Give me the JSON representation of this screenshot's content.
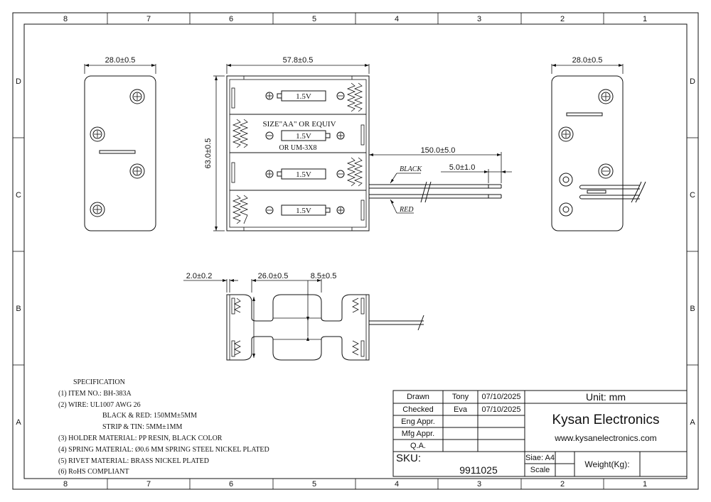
{
  "frame": {
    "col_labels": [
      "8",
      "7",
      "6",
      "5",
      "4",
      "3",
      "2",
      "1"
    ],
    "row_labels": [
      "D",
      "C",
      "B",
      "A"
    ]
  },
  "dimensions": {
    "left_width": "28.0±0.5",
    "front_width": "57.8±0.5",
    "right_width": "28.0±0.5",
    "height": "63.0±0.5",
    "wire_length": "150.0±5.0",
    "strip_length": "5.0±1.0",
    "wall": "2.0±0.2",
    "bottom_width": "26.0±0.5",
    "gap": "8.5±0.5"
  },
  "labels": {
    "cell_voltage": "1.5V",
    "size_line": "SIZE\"AA\" OR EQUIV",
    "um_line": "OR UM-3X8",
    "black": "BLACK",
    "red": "RED"
  },
  "specification": {
    "title": "SPECIFICATION",
    "lines": [
      "(1) ITEM NO.: BH-383A",
      "(2) WIRE: UL1007 AWG 26",
      "BLACK & RED: 150MM±5MM",
      "STRIP & TIN: 5MM±1MM",
      "(3) HOLDER MATERIAL: PP RESIN, BLACK COLOR",
      "(4) SPRING MATERIAL: Ø0.6 MM SPRING STEEL NICKEL PLATED",
      "(5) RIVET MATERIAL: BRASS NICKEL PLATED",
      "(6) RoHS COMPLIANT"
    ]
  },
  "title_block": {
    "drawn_label": "Drawn",
    "drawn_by": "Tony",
    "drawn_date": "07/10/2025",
    "checked_label": "Checked",
    "checked_by": "Eva",
    "checked_date": "07/10/2025",
    "eng_label": "Eng Appr.",
    "mfg_label": "Mfg Appr.",
    "qa_label": "Q.A.",
    "unit": "Unit: mm",
    "company": "Kysan Electronics",
    "website": "www.kysanelectronics.com",
    "sku_label": "SKU:",
    "sku_value": "9911025",
    "size": "Siae: A4",
    "scale_label": "Scale",
    "weight_label": "Weight(Kg):"
  }
}
